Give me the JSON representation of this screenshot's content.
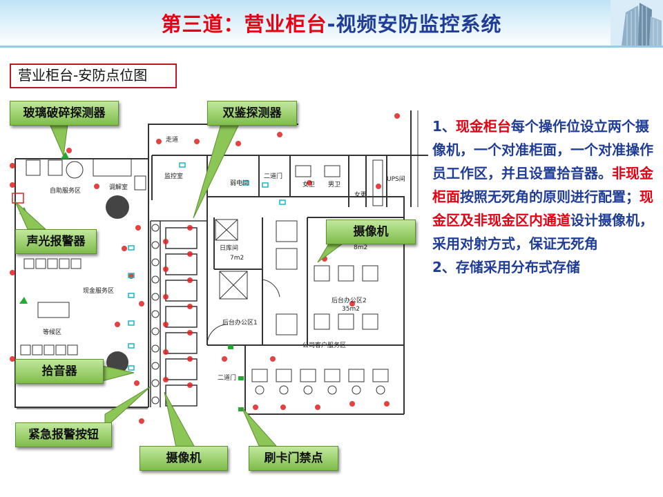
{
  "header": {
    "title_red": "第三道：营业柜台",
    "title_blue": "-视频安防监控系统"
  },
  "sub_title": "营业柜台-安防点位图",
  "callouts": {
    "glass_break": "玻璃破碎探测器",
    "dual_tech": "双鉴探测器",
    "alarm": "声光报警器",
    "camera_right": "摄像机",
    "pickup": "拾音器",
    "emergency": "紧急报警按钮",
    "camera_bottom": "摄像机",
    "access_control": "刷卡门禁点"
  },
  "floor_labels": {
    "corridor": "走道",
    "self_service": "自助服务区",
    "tiaojie": "调解室",
    "control_room": "监控室",
    "weak_electric": "弱电间",
    "second_door_top": "二道门",
    "female_wc": "女卫",
    "male_wc": "男卫",
    "ups": "UPS间",
    "female_locker": "女更",
    "vault": "日库间",
    "vault_area": "7m2",
    "cash_area": "现金服务区",
    "waiting": "等候区",
    "back_office_1": "后台办公区1",
    "back_office_2": "后台办公区2",
    "back_office_2_area": "35m2",
    "office_top_area": "8m2",
    "corporate": "公司客户服务区",
    "second_door": "二道门"
  },
  "description": {
    "p1_num": "1、",
    "p1_red1": "现金柜台",
    "p1_t1": "每个操作位设立两个摄像机，一个对准柜面，一个对准操作员工作区，并且设置拾音器。",
    "p1_red2": "非现金柜面",
    "p1_t2": "按照无死角的原则进行配置；",
    "p1_red3": "现金区及非现金区内通道",
    "p1_t3": "设计摄像机，采用对射方式，保证无死角",
    "p2": "2、存储采用分布式存储"
  },
  "colors": {
    "title_red": "#e60012",
    "title_blue": "#1f3c96",
    "callout_green": "#8cc656",
    "device_red": "#e02020",
    "device_cyan": "#14b8c8",
    "device_green": "#22aa33"
  }
}
